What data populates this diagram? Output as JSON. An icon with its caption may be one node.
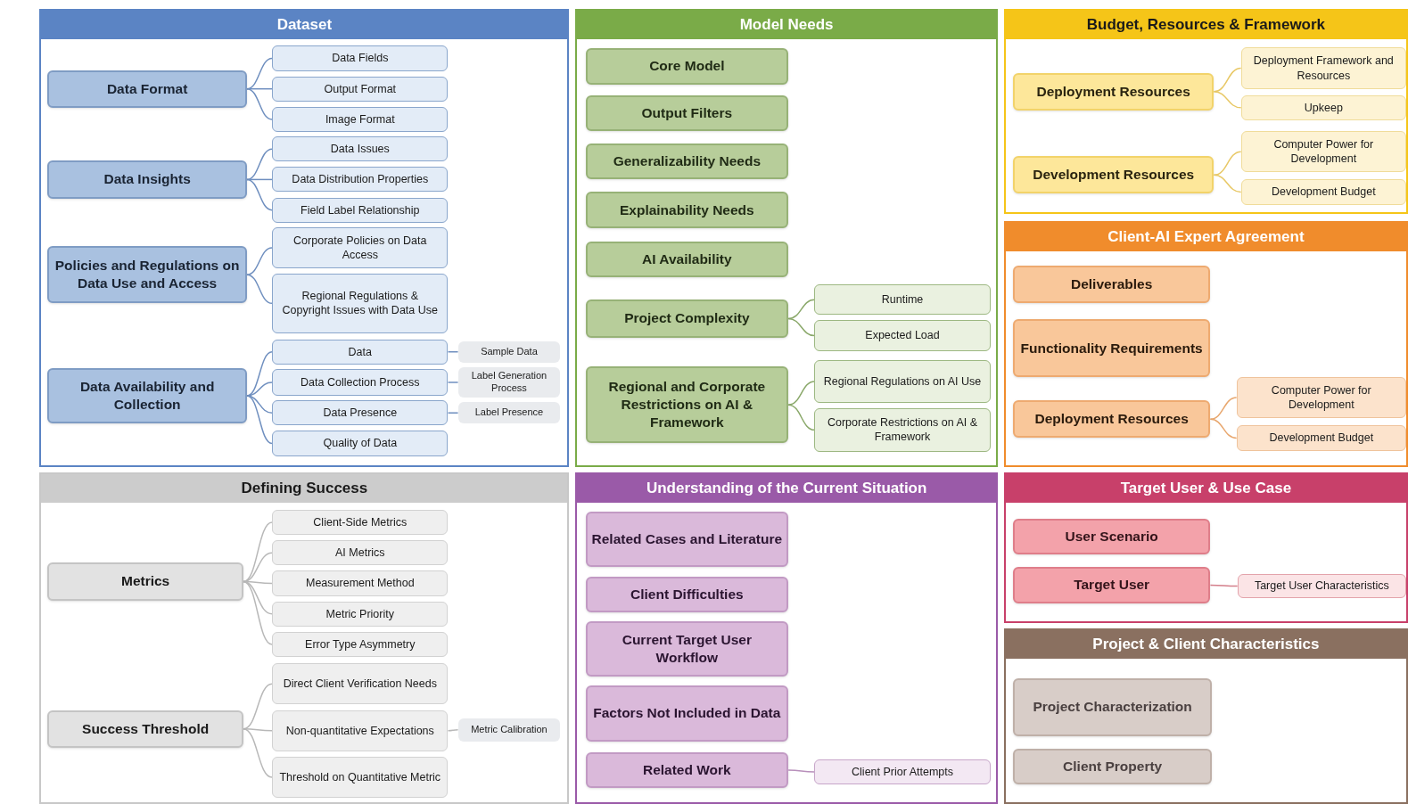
{
  "diagram": {
    "nodes": [
      {
        "text": [
          "Dataset"
        ]
      },
      {
        "text": [
          "Data Format"
        ],
        "in": 0
      },
      {
        "text": [
          "Data Fields"
        ],
        "in": 0
      },
      {
        "text": [
          "Output Format"
        ],
        "in": 0
      },
      {
        "text": [
          "Image Format"
        ],
        "in": 0
      },
      {
        "text": [
          "Data Insights"
        ],
        "in": 0
      },
      {
        "text": [
          "Data Issues"
        ],
        "in": 0
      },
      {
        "text": [
          "Data Distribution Properties"
        ],
        "in": 0
      },
      {
        "text": [
          "Field Label Relationship"
        ],
        "in": 0
      },
      {
        "text": [
          "Policies and Regulations on Data Use and Access"
        ],
        "in": 0
      },
      {
        "text": [
          "Corporate Policies on Data Access"
        ],
        "in": 0
      },
      {
        "text": [
          "Regional Regulations & Copyright Issues with Data Use"
        ],
        "in": 0
      },
      {
        "text": [
          "Data Availability and Collection"
        ],
        "in": 0
      },
      {
        "text": [
          "Data"
        ],
        "in": 0
      },
      {
        "text": [
          "Sample Data"
        ],
        "in": 0
      },
      {
        "text": [
          "Data Collection Process"
        ],
        "in": 0
      },
      {
        "text": [
          "Label Generation Process"
        ],
        "in": 0
      },
      {
        "text": [
          "Data Presence"
        ],
        "in": 0
      },
      {
        "text": [
          "Label Presence"
        ],
        "in": 0
      },
      {
        "text": [
          "Quality of Data"
        ],
        "in": 0
      },
      {
        "text": [
          "Model Needs"
        ]
      },
      {
        "text": [
          "Core Model"
        ],
        "in": 20
      },
      {
        "text": [
          "Output Filters"
        ],
        "in": 20
      },
      {
        "text": [
          "Generalizability Needs"
        ],
        "in": 20
      },
      {
        "text": [
          "Explainability Needs"
        ],
        "in": 20
      },
      {
        "text": [
          "AI Availability"
        ],
        "in": 20
      },
      {
        "text": [
          "Project Complexity"
        ],
        "in": 20
      },
      {
        "text": [
          "Runtime"
        ],
        "in": 20
      },
      {
        "text": [
          "Expected Load"
        ],
        "in": 20
      },
      {
        "text": [
          "Regional and Corporate Restrictions on AI & Framework"
        ],
        "in": 20
      },
      {
        "text": [
          "Regional Regulations on AI Use"
        ],
        "in": 20
      },
      {
        "text": [
          "Corporate Restrictions on AI & Framework"
        ],
        "in": 20
      },
      {
        "text": [
          "Budget, Resources & Framework"
        ]
      },
      {
        "text": [
          "Deployment Resources"
        ],
        "in": 32
      },
      {
        "text": [
          "Deployment Framework and Resources"
        ],
        "in": 32
      },
      {
        "text": [
          "Upkeep"
        ],
        "in": 32
      },
      {
        "text": [
          "Development Resources"
        ],
        "in": 32
      },
      {
        "text": [
          "Computer Power for Development"
        ],
        "in": 32
      },
      {
        "text": [
          "Development Budget"
        ],
        "in": 32
      },
      {
        "text": [
          "Client-AI Expert Agreement"
        ]
      },
      {
        "text": [
          "Deliverables"
        ],
        "in": 39
      },
      {
        "text": [
          "Functionality Requirements"
        ],
        "in": 39
      },
      {
        "text": [
          "Deployment Resources"
        ],
        "in": 39
      },
      {
        "text": [
          "Computer Power for Development"
        ],
        "in": 39
      },
      {
        "text": [
          "Development Budget"
        ],
        "in": 39
      },
      {
        "text": [
          "Defining Success"
        ]
      },
      {
        "text": [
          "Metrics"
        ],
        "in": 45
      },
      {
        "text": [
          "Client-Side Metrics"
        ],
        "in": 45
      },
      {
        "text": [
          "AI Metrics"
        ],
        "in": 45
      },
      {
        "text": [
          "Measurement Method"
        ],
        "in": 45
      },
      {
        "text": [
          "Metric Priority"
        ],
        "in": 45
      },
      {
        "text": [
          "Error Type Asymmetry"
        ],
        "in": 45
      },
      {
        "text": [
          "Success Threshold"
        ],
        "in": 45
      },
      {
        "text": [
          "Direct Client Verification Needs"
        ],
        "in": 45
      },
      {
        "text": [
          "Non-quantitative Expectations"
        ],
        "in": 45
      },
      {
        "text": [
          "Metric Calibration"
        ],
        "in": 45
      },
      {
        "text": [
          "Threshold on Quantitative Metric"
        ],
        "in": 45
      },
      {
        "text": [
          "Understanding of the Current Situation"
        ]
      },
      {
        "text": [
          "Related Cases and Literature"
        ],
        "in": 57
      },
      {
        "text": [
          "Client Difficulties"
        ],
        "in": 57
      },
      {
        "text": [
          "Current Target User Workflow"
        ],
        "in": 57
      },
      {
        "text": [
          "Factors Not Included in Data"
        ],
        "in": 57
      },
      {
        "text": [
          "Related Work"
        ],
        "in": 57
      },
      {
        "text": [
          "Client Prior Attempts"
        ],
        "in": 57
      },
      {
        "text": [
          "Target User & Use Case"
        ]
      },
      {
        "text": [
          "User Scenario"
        ],
        "in": 64
      },
      {
        "text": [
          "Target User"
        ],
        "in": 64
      },
      {
        "text": [
          "Target User Characteristics"
        ],
        "in": 64
      },
      {
        "text": [
          "Project & Client Characteristics"
        ]
      },
      {
        "text": [
          "Project Characterization"
        ],
        "in": 68
      },
      {
        "text": [
          "Client Property"
        ],
        "in": 68
      }
    ],
    "edges": [
      {
        "from": 1,
        "to": 2,
        "arrow": "none"
      },
      {
        "from": 1,
        "to": 3,
        "arrow": "none"
      },
      {
        "from": 1,
        "to": 4,
        "arrow": "none"
      },
      {
        "from": 5,
        "to": 6,
        "arrow": "none"
      },
      {
        "from": 5,
        "to": 7,
        "arrow": "none"
      },
      {
        "from": 5,
        "to": 8,
        "arrow": "none"
      },
      {
        "from": 9,
        "to": 10,
        "arrow": "none"
      },
      {
        "from": 9,
        "to": 11,
        "arrow": "none"
      },
      {
        "from": 12,
        "to": 13,
        "arrow": "none"
      },
      {
        "from": 12,
        "to": 15,
        "arrow": "none"
      },
      {
        "from": 12,
        "to": 17,
        "arrow": "none"
      },
      {
        "from": 12,
        "to": 19,
        "arrow": "none"
      },
      {
        "from": 13,
        "to": 14,
        "arrow": "none"
      },
      {
        "from": 15,
        "to": 16,
        "arrow": "none"
      },
      {
        "from": 17,
        "to": 18,
        "arrow": "none"
      },
      {
        "from": 26,
        "to": 27,
        "arrow": "none"
      },
      {
        "from": 26,
        "to": 28,
        "arrow": "none"
      },
      {
        "from": 29,
        "to": 30,
        "arrow": "none"
      },
      {
        "from": 29,
        "to": 31,
        "arrow": "none"
      },
      {
        "from": 33,
        "to": 34,
        "arrow": "none",
        "color": "#e8c866"
      },
      {
        "from": 33,
        "to": 35,
        "arrow": "none",
        "color": "#e8c866"
      },
      {
        "from": 36,
        "to": 37,
        "arrow": "none",
        "color": "#e8c866"
      },
      {
        "from": 36,
        "to": 38,
        "arrow": "none",
        "color": "#e8c866"
      },
      {
        "from": 42,
        "to": 43,
        "arrow": "none",
        "color": "#e8a76e"
      },
      {
        "from": 42,
        "to": 44,
        "arrow": "none",
        "color": "#e8a76e"
      },
      {
        "from": 46,
        "to": 47,
        "arrow": "none"
      },
      {
        "from": 46,
        "to": 48,
        "arrow": "none"
      },
      {
        "from": 46,
        "to": 49,
        "arrow": "none"
      },
      {
        "from": 46,
        "to": 50,
        "arrow": "none"
      },
      {
        "from": 46,
        "to": 51,
        "arrow": "none"
      },
      {
        "from": 52,
        "to": 53,
        "arrow": "none"
      },
      {
        "from": 52,
        "to": 54,
        "arrow": "none"
      },
      {
        "from": 52,
        "to": 56,
        "arrow": "none"
      },
      {
        "from": 54,
        "to": 55,
        "arrow": "none"
      },
      {
        "from": 62,
        "to": 63,
        "arrow": "none"
      },
      {
        "from": 66,
        "to": 67,
        "arrow": "none",
        "color": "#d47f8b"
      }
    ]
  }
}
